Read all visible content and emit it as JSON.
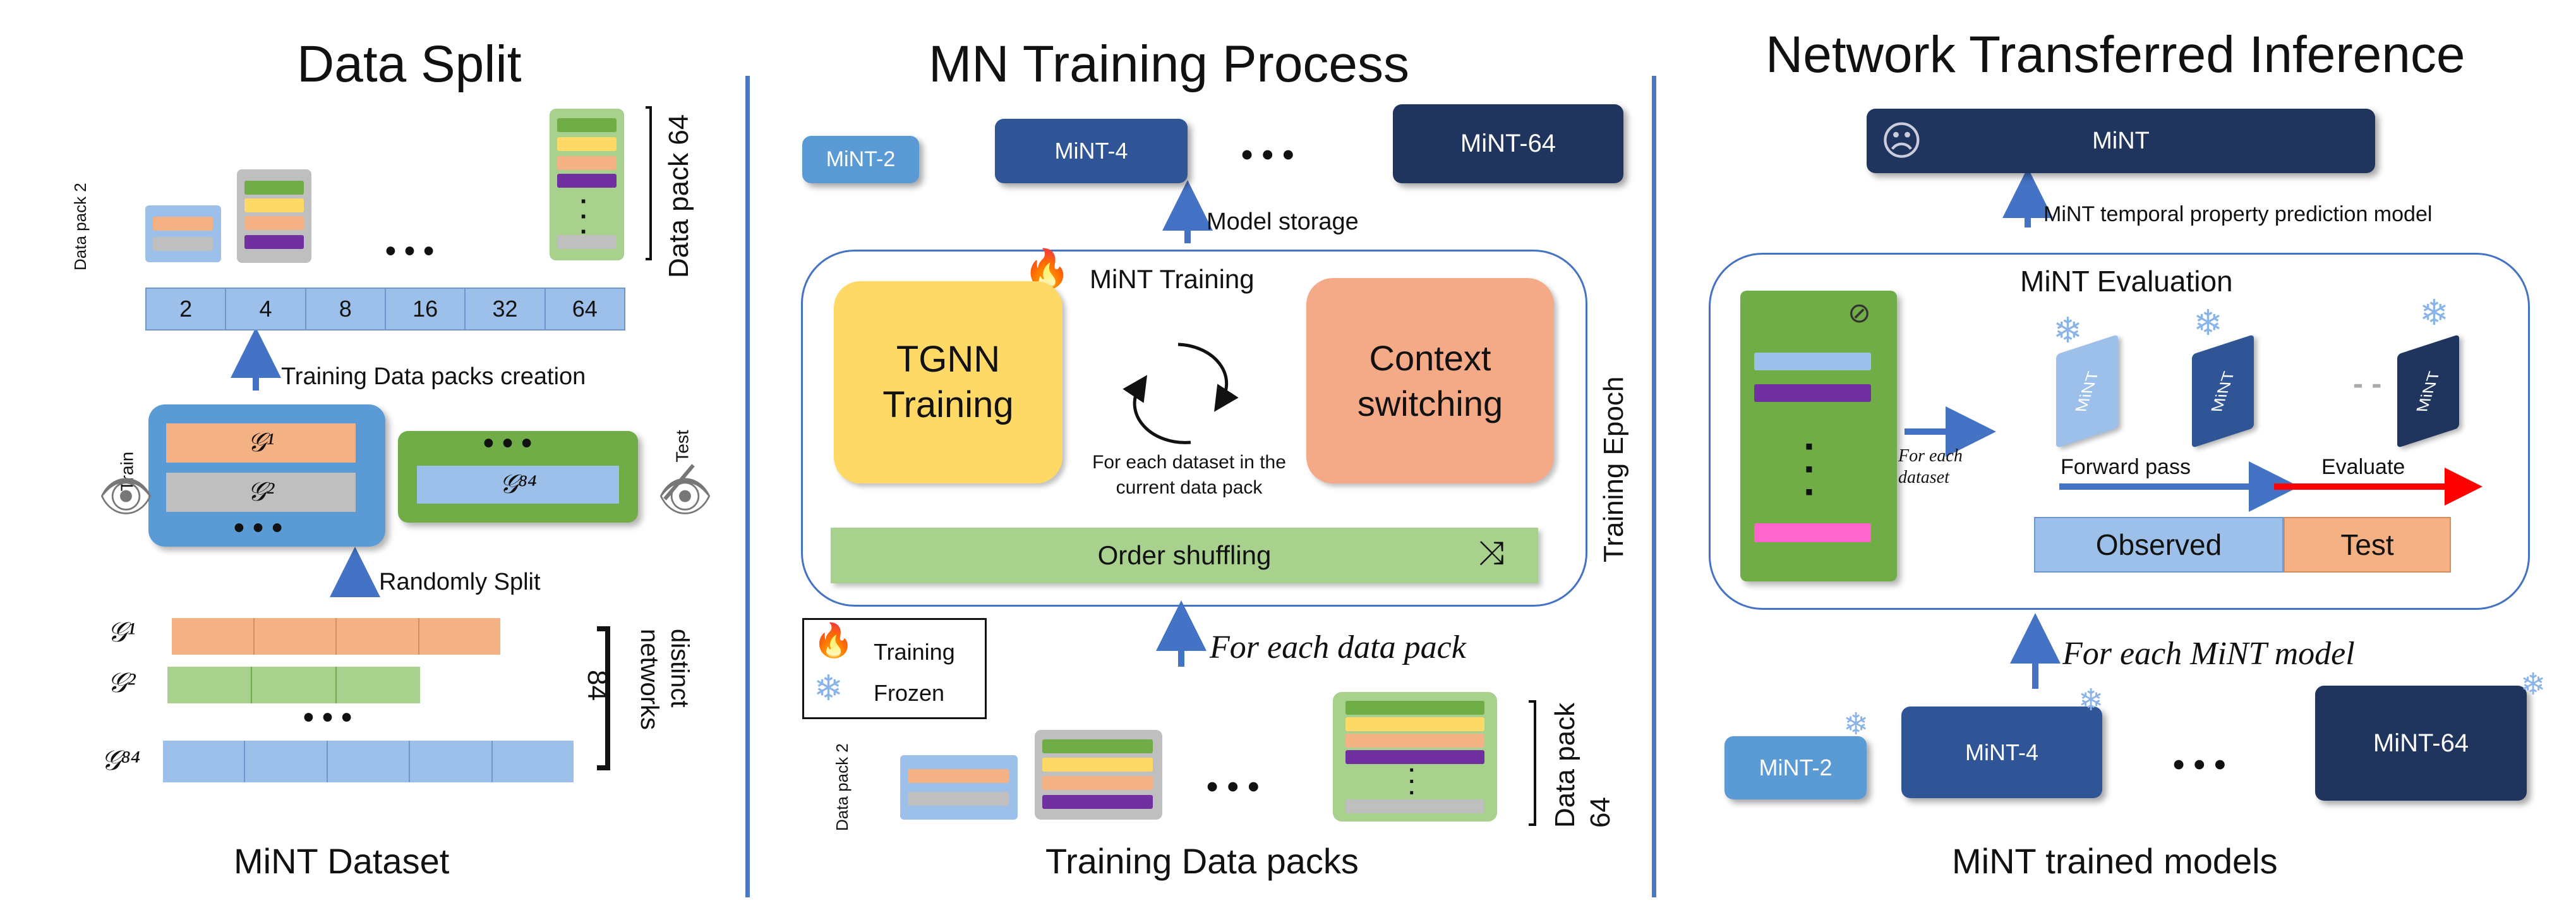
{
  "sections": {
    "data_split": {
      "title": "Data Split",
      "caption": "MiNT Dataset"
    },
    "training": {
      "title": "MN Training Process",
      "caption": "Training Data packs"
    },
    "inference": {
      "title": "Network Transferred Inference",
      "caption": "MiNT trained models"
    }
  },
  "data_split": {
    "pack_label_left": "Data pack 2",
    "pack_label_right": "Data pack 64",
    "ellipsis": "• • •",
    "pack_sizes": [
      "2",
      "4",
      "8",
      "16",
      "32",
      "64"
    ],
    "arrow_creation": "Training Data packs creation",
    "train_label": "Train",
    "test_label": "Test",
    "graph_symbols": [
      "𝒢¹",
      "𝒢²",
      "𝒢⁸⁴"
    ],
    "arrow_split": "Randomly Split",
    "distinct_count": "84",
    "distinct_label": "distinct networks"
  },
  "training": {
    "models": [
      "MiNT-2",
      "MiNT-4",
      "MiNT-64"
    ],
    "ellipsis": "• • •",
    "model_storage": "Model storage",
    "mint_training": "MiNT Training",
    "tgnn": "TGNN Training",
    "context": "Context switching",
    "cycle_caption": "For each dataset in the current data pack",
    "order_shuffling": "Order shuffling",
    "epoch_label": "Training Epoch",
    "for_each_pack": "For each data pack",
    "legend": {
      "training": "Training",
      "frozen": "Frozen"
    },
    "pack_label_left": "Data pack 2",
    "pack_label_right": "Data pack 64"
  },
  "inference": {
    "mint_top": "MiNT",
    "arrow_label": "MiNT temporal property prediction model",
    "evaluation": "MiNT Evaluation",
    "card_label": "MiNT",
    "dashes": "- -",
    "for_each_dataset": "For each dataset",
    "forward_pass": "Forward pass",
    "evaluate": "Evaluate",
    "observed": "Observed",
    "test": "Test",
    "for_each_model": "For each MiNT model",
    "models": [
      "MiNT-2",
      "MiNT-4",
      "MiNT-64"
    ],
    "ellipsis": "• • •"
  },
  "colors": {
    "accent_blue": "#4472c4",
    "orange": "#f4b183",
    "green": "#70ad47",
    "yellow": "#ffd966",
    "purple": "#7030a0",
    "pink": "#ff66cc",
    "red": "#ff0000"
  }
}
